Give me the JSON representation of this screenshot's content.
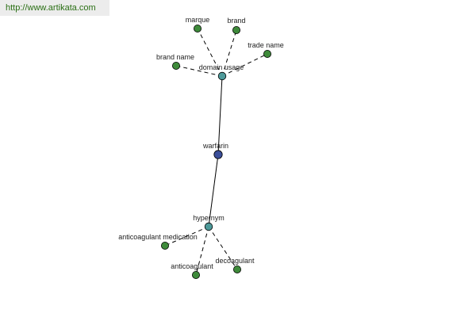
{
  "source_link": "http://www.artikata.com",
  "colors": {
    "center_node": "#3b4f9a",
    "category_node": "#4e9a9a",
    "term_node": "#3e8a3a",
    "link_text": "#2a6f14"
  },
  "graph": {
    "center": {
      "id": "warfarin",
      "label": "warfarin",
      "kind": "center"
    },
    "categories": [
      {
        "id": "domain-usage",
        "label": "domain usage",
        "kind": "category"
      },
      {
        "id": "hypernym",
        "label": "hypernym",
        "kind": "category"
      }
    ],
    "terms": [
      {
        "id": "marque",
        "label": "marque",
        "kind": "term",
        "parent": "domain-usage"
      },
      {
        "id": "brand",
        "label": "brand",
        "kind": "term",
        "parent": "domain-usage"
      },
      {
        "id": "trade-name",
        "label": "trade name",
        "kind": "term",
        "parent": "domain-usage"
      },
      {
        "id": "brand-name",
        "label": "brand name",
        "kind": "term",
        "parent": "domain-usage"
      },
      {
        "id": "anticoagulant-medication",
        "label": "anticoagulant medication",
        "kind": "term",
        "parent": "hypernym"
      },
      {
        "id": "anticoagulant",
        "label": "anticoagulant",
        "kind": "term",
        "parent": "hypernym"
      },
      {
        "id": "decoagulant",
        "label": "decoagulant",
        "kind": "term",
        "parent": "hypernym"
      }
    ],
    "edges": [
      {
        "from": "warfarin",
        "to": "domain-usage",
        "style": "solid"
      },
      {
        "from": "warfarin",
        "to": "hypernym",
        "style": "solid"
      },
      {
        "from": "domain-usage",
        "to": "marque",
        "style": "dashed"
      },
      {
        "from": "domain-usage",
        "to": "brand",
        "style": "dashed"
      },
      {
        "from": "domain-usage",
        "to": "trade-name",
        "style": "dashed"
      },
      {
        "from": "domain-usage",
        "to": "brand-name",
        "style": "dashed"
      },
      {
        "from": "hypernym",
        "to": "anticoagulant-medication",
        "style": "dashed"
      },
      {
        "from": "hypernym",
        "to": "anticoagulant",
        "style": "dashed"
      },
      {
        "from": "hypernym",
        "to": "decoagulant",
        "style": "dashed"
      }
    ]
  }
}
